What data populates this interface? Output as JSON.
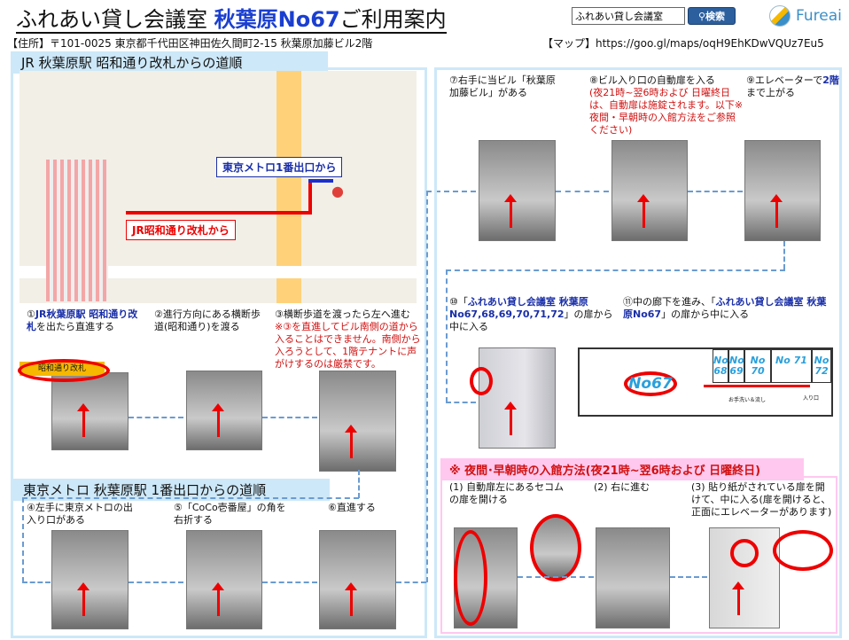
{
  "header": {
    "title_prefix": "ふれあい貸し会議室 ",
    "title_highlight": "秋葉原No67",
    "title_suffix": "ご利用案内",
    "address": "【住所】〒101-0025 東京都千代田区神田佐久間町2-15 秋葉原加藤ビル2階",
    "map": "【マップ】https://goo.gl/maps/oqH9EhKDwVQUz7Eu5",
    "search_value": "ふれあい貸し会議室",
    "search_button": "検索",
    "logo_text": "Fureai"
  },
  "jr_section": {
    "heading": "JR 秋葉原駅 昭和通り改札からの道順",
    "map_label_metro": "東京メトロ1番出口から",
    "map_label_jr": "JR昭和通り改札から",
    "step1_num": "①",
    "step1_bold": "JR秋葉原駅 昭和通り改札",
    "step1_rest": "を出たら直進する",
    "step1_sign": "昭和通り改札",
    "step2": "②進行方向にある横断歩道(昭和通り)を渡る",
    "step3": "③横断歩道を渡ったら左へ進む",
    "step3_note": "※③を直進してビル南側の道から入ることはできません。南側から入ろうとして、1階テナントに声がけするのは厳禁です。"
  },
  "metro_section": {
    "heading": "東京メトロ 秋葉原駅 1番出口からの道順",
    "step4": "④左手に東京メトロの出入り口がある",
    "step5": "⑤「CoCo壱番屋」の角を右折する",
    "step6": "⑥直進する"
  },
  "building": {
    "step7": "⑦右手に当ビル「秋葉原加藤ビル」がある",
    "step8": "⑧ビル入り口の自動扉を入る",
    "step8_note": "(夜21時~翌6時および 日曜終日は、自動扉は施錠されます。以下※夜間・早朝時の入館方法をご参照ください)",
    "step9_pre": "⑨エレベーターで",
    "step9_bold": "2階",
    "step9_post": "まで上がる",
    "step10_pre": "⑩「",
    "step10_bold": "ふれあい貸し会議室 秋葉原No67,68,69,70,71,72",
    "step10_post": "」の扉から中に入る",
    "step11_pre": "⑪中の廊下を進み、「",
    "step11_bold": "ふれあい貸し会議室 秋葉原No67",
    "step11_post": "」の扉から中に入る",
    "plan_main": "No67",
    "plan_rooms": [
      "No 68",
      "No 69",
      "No 70",
      "No 71",
      "No 72"
    ],
    "plan_wc": "お手洗い＆流し",
    "plan_entrance": "入り口"
  },
  "night": {
    "heading": "※ 夜間･早朝時の入館方法(夜21時~翌6時および 日曜終日)",
    "n1": "(1) 自動扉左にあるセコムの扉を開ける",
    "n2": "(2) 右に進む",
    "n3": "(3) 貼り紙がされている扉を開けて、中に入る(扉を開けると、正面にエレベーターがあります)"
  },
  "colors": {
    "accent": "#1a3fd0",
    "warning": "#d01010",
    "panel": "#cde8f8",
    "night": "#ffc8ef"
  }
}
